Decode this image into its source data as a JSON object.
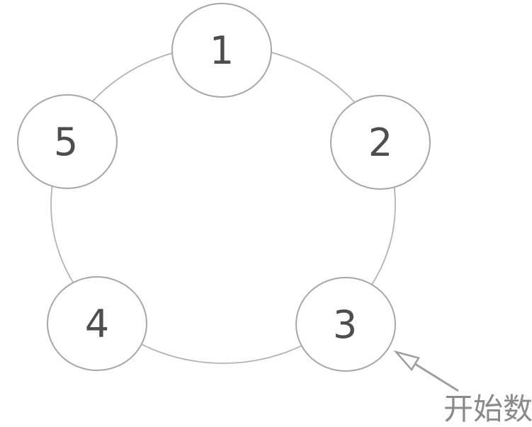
{
  "diagram": {
    "description": "Five numbered circles arranged on a ring with an arrow marking the starting circle",
    "nodes": [
      {
        "id": "node-1",
        "label": "1"
      },
      {
        "id": "node-2",
        "label": "2"
      },
      {
        "id": "node-3",
        "label": "3"
      },
      {
        "id": "node-4",
        "label": "4"
      },
      {
        "id": "node-5",
        "label": "5"
      }
    ],
    "annotation": {
      "label": "开始数",
      "points_to": "node-3"
    },
    "colors": {
      "background": "#ffffff",
      "ring_stroke": "#b3b3b3",
      "node_fill": "#ffffff",
      "node_stroke": "#a6a6a6",
      "number_color": "#4d4d4d",
      "arrow_color": "#9e9e9e",
      "label_color": "#8a8a8a"
    }
  }
}
